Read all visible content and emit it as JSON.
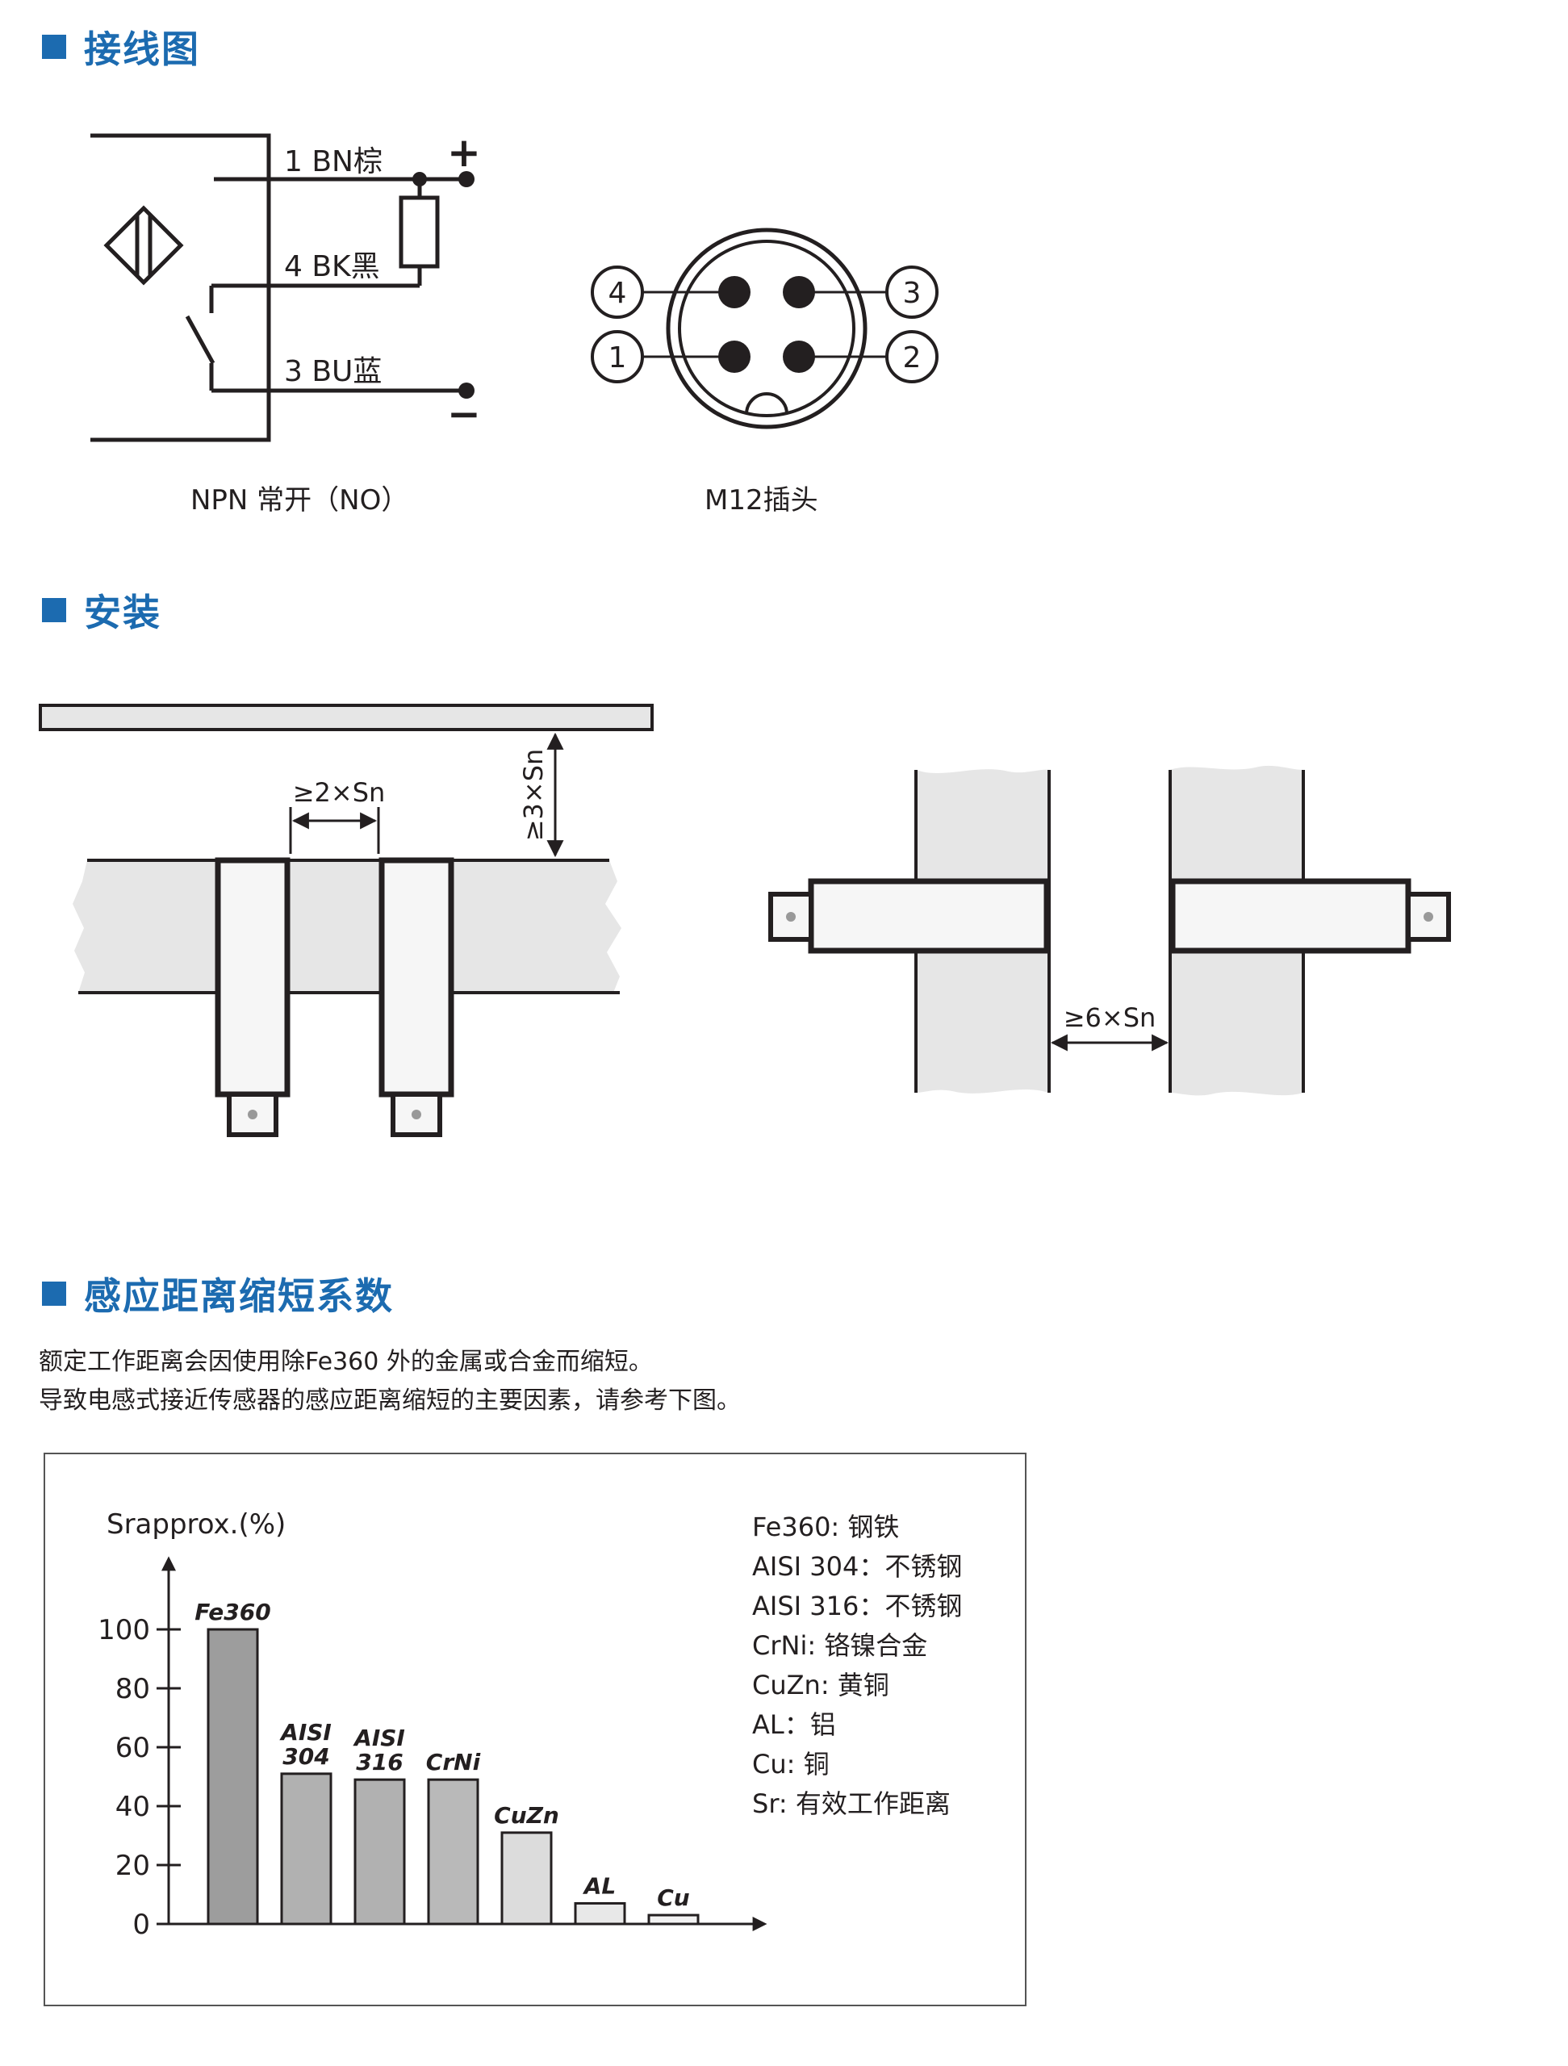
{
  "sections": {
    "wiring": "接线图",
    "install": "安装",
    "reduction": "感应距离缩短系数"
  },
  "wiring": {
    "wire1": "1 BN棕",
    "wire4": "4 BK黑",
    "wire3": "3 BU蓝",
    "plus": "+",
    "minus": "−",
    "caption": "NPN 常开（NO）"
  },
  "connector": {
    "pins": [
      "4",
      "3",
      "1",
      "2"
    ],
    "caption": "M12插头"
  },
  "installation": {
    "spacing_flush": "≥2×Sn",
    "spacing_top": "≥3×Sn",
    "spacing_face": "≥6×Sn"
  },
  "intro": {
    "line1": "额定工作距离会因使用除Fe360 外的金属或合金而缩短。",
    "line2": "导致电感式接近传感器的感应距离缩短的主要因素，请参考下图。"
  },
  "legend": [
    "Fe360: 钢铁",
    "AISI 304：不锈钢",
    "AISI 316：不锈钢",
    "CrNi: 铬镍合金",
    "CuZn: 黄铜",
    "AL：铝",
    "Cu: 铜",
    "Sr: 有效工作距离"
  ],
  "chart_data": {
    "type": "bar",
    "ylabel": "Srapprox.(%)",
    "ylim": [
      0,
      100
    ],
    "yticks": [
      "100",
      "80",
      "60",
      "40",
      "20",
      "0"
    ],
    "series": [
      {
        "label_lines": [
          "Fe360"
        ],
        "value": 100,
        "color": "#9d9d9d"
      },
      {
        "label_lines": [
          "AISI",
          "304"
        ],
        "value": 51,
        "color": "#b1b1b1"
      },
      {
        "label_lines": [
          "AISI",
          "316"
        ],
        "value": 49,
        "color": "#b1b1b1"
      },
      {
        "label_lines": [
          "CrNi"
        ],
        "value": 49,
        "color": "#b9b9b9"
      },
      {
        "label_lines": [
          "CuZn"
        ],
        "value": 31,
        "color": "#dcdcdc"
      },
      {
        "label_lines": [
          "AL"
        ],
        "value": 7,
        "color": "#e8e8e8"
      },
      {
        "label_lines": [
          "Cu"
        ],
        "value": 3,
        "color": "#f2f2f2"
      }
    ]
  }
}
